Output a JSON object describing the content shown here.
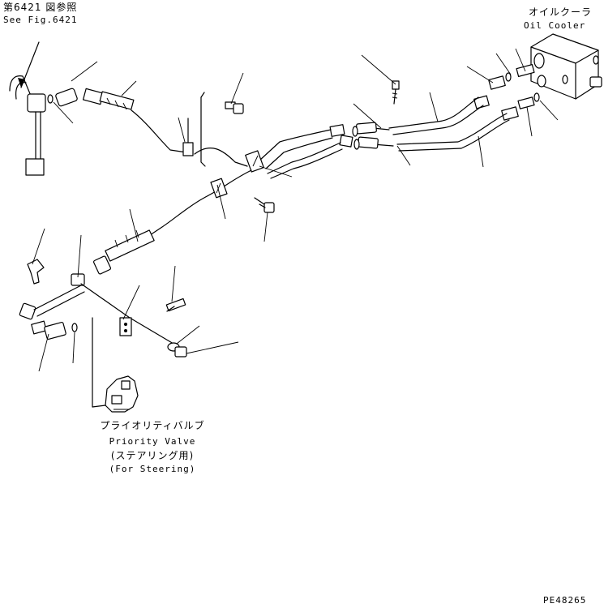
{
  "labels": {
    "see_fig_jp": "第6421 図参照",
    "see_fig_en": "See Fig.6421",
    "oil_cooler_jp": "オイルクーラ",
    "oil_cooler_en": "Oil Cooler",
    "priority_valve_jp": "プライオリティバルブ",
    "priority_valve_en": "Priority Valve",
    "steering_jp": "(ステアリング用)",
    "steering_en": "(For Steering)",
    "drawing_code": "PE48265"
  }
}
